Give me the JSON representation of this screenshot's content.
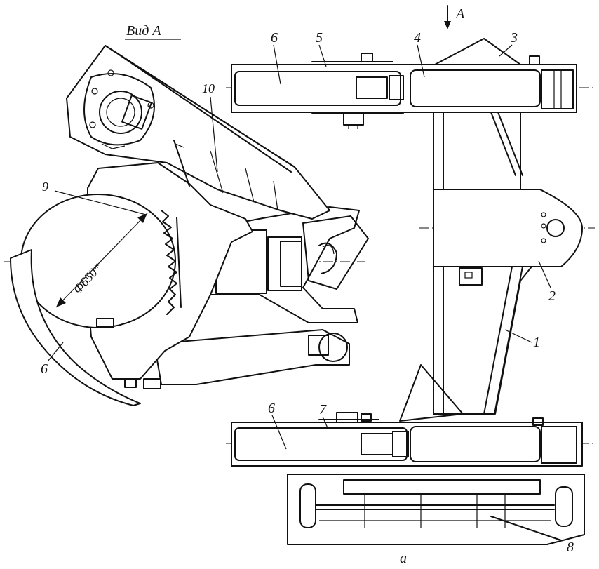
{
  "view_title": "Вид А",
  "view_arrow_label": "А",
  "figure_letter": "а",
  "diameter_label": "Ф650*",
  "part_labels": {
    "p1": "1",
    "p2": "2",
    "p3": "3",
    "p4": "4",
    "p5": "5",
    "p6_top": "6",
    "p6_left": "6",
    "p6_bottom": "6",
    "p7": "7",
    "p8": "8",
    "p9": "9",
    "p10": "10"
  }
}
